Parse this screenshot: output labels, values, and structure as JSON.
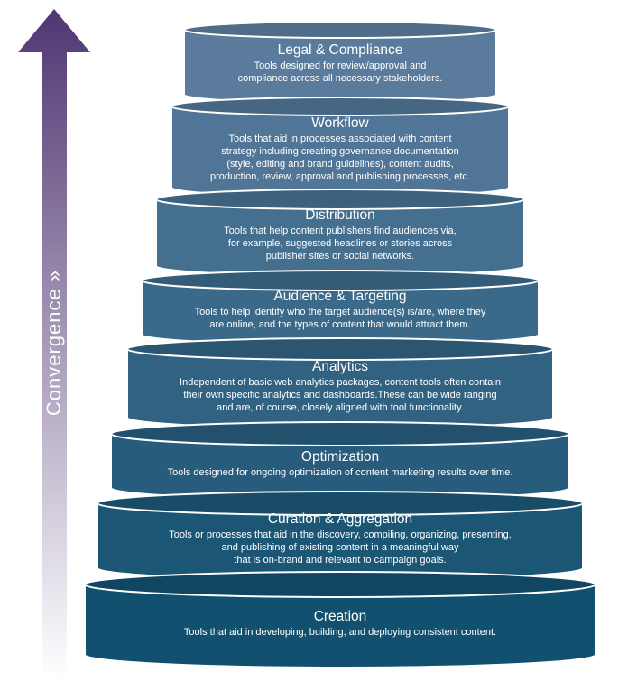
{
  "arrow": {
    "label": "Convergence »",
    "gradient_top": "#4f3672",
    "gradient_bottom": "#ffffff"
  },
  "colors": {
    "tier_top": "#5a7b9c",
    "tier_bottom": "#12506f",
    "rim": "#ffffff"
  },
  "tiers": [
    {
      "title": "Legal & Compliance",
      "description": "Tools designed for review/approval and\ncompliance across all necessary stakeholders."
    },
    {
      "title": "Workflow",
      "description": "Tools that aid in processes associated with content\nstrategy including creating governance documentation\n(style, editing and brand guidelines), content audits,\nproduction, review, approval and publishing processes, etc."
    },
    {
      "title": "Distribution",
      "description": "Tools that help content publishers find audiences via,\nfor example, suggested headlines or stories across\npublisher sites or social networks."
    },
    {
      "title": "Audience & Targeting",
      "description": "Tools to help identify who the target audience(s) is/are, where they\nare online, and the types of content that would attract them."
    },
    {
      "title": "Analytics",
      "description": "Independent of basic web analytics packages, content tools often contain\ntheir own specific analytics and dashboards.These can be wide ranging\nand are, of course, closely aligned with tool functionality."
    },
    {
      "title": "Optimization",
      "description": "Tools designed for ongoing optimization of content marketing results over time."
    },
    {
      "title": "Curation & Aggregation",
      "description": "Tools or processes that aid in the discovery, compiling, organizing, presenting,\nand publishing of existing content in a meaningful way\nthat is on-brand and relevant to campaign goals."
    },
    {
      "title": "Creation",
      "description": "Tools that aid in developing, building, and deploying consistent content."
    }
  ]
}
